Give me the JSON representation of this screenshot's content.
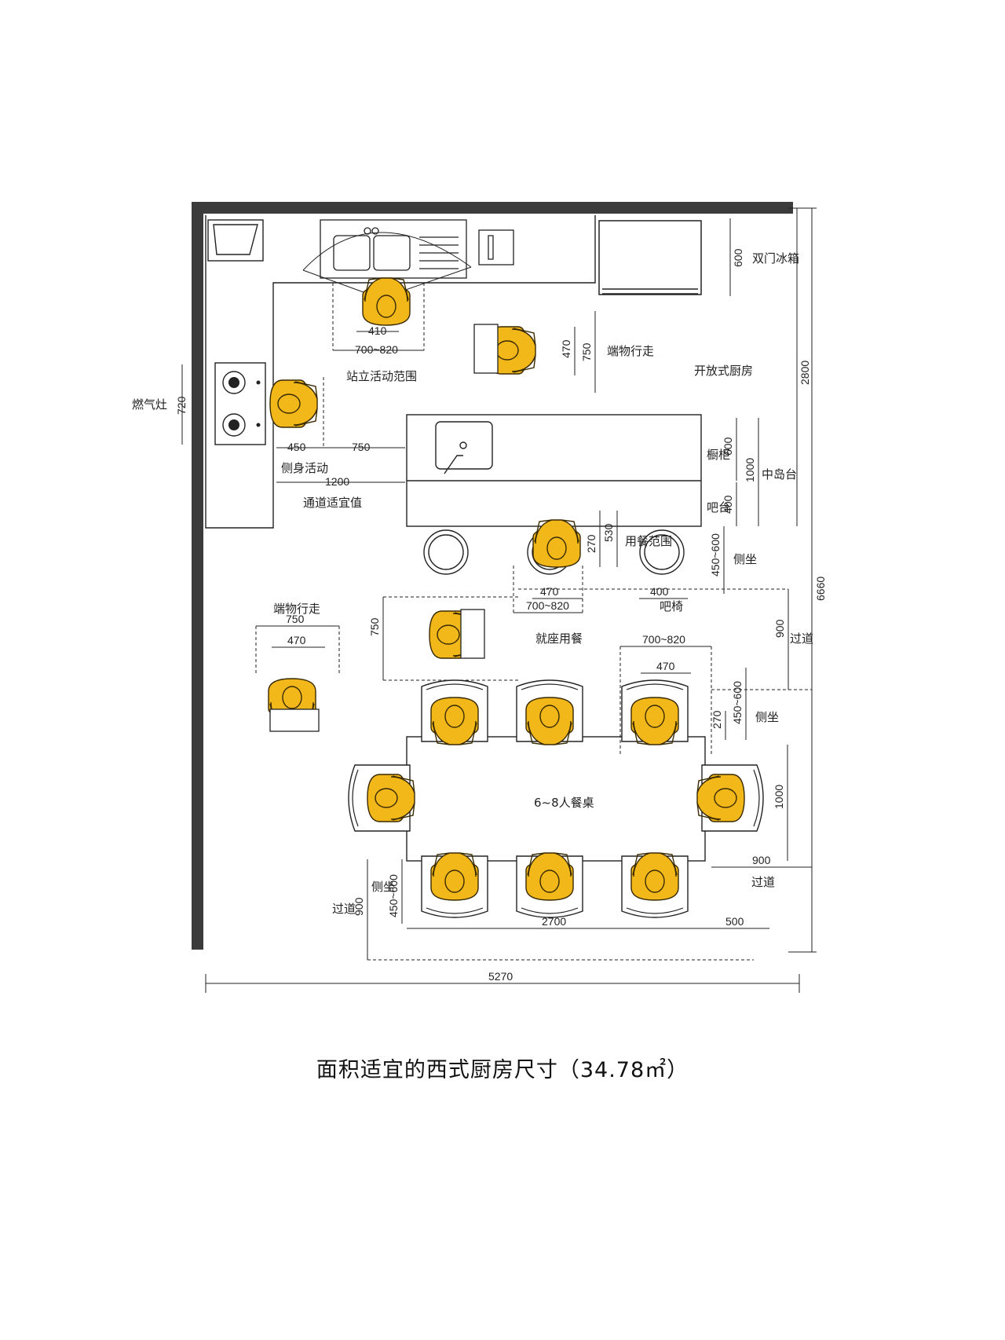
{
  "caption": "面积适宜的西式厨房尺寸（34.78㎡）",
  "colors": {
    "person_fill": "#f2b81a",
    "person_stroke": "#3a2a00",
    "wall": "#3b3b3b",
    "line": "#222222"
  },
  "labels": {
    "fridge": "双门冰箱",
    "standing_range": "站立活动范围",
    "walk_holding_top": "端物行走",
    "open_kitchen": "开放式厨房",
    "gas_stove": "燃气灶",
    "side_activity": "侧身活动",
    "aisle_width": "通道适宜值",
    "cabinet": "橱柜",
    "bar_counter": "吧台",
    "island": "中岛台",
    "dining_range": "用餐范围",
    "side_sit_top": "侧坐",
    "bar_stool": "吧椅",
    "seated_dining": "就座用餐",
    "walk_holding_left": "端物行走",
    "passage_right_top": "过道",
    "side_sit_right": "侧坐",
    "table": "6~8人餐桌",
    "passage_right_bottom": "过道",
    "side_sit_left": "侧坐",
    "passage_left": "过道"
  },
  "dims": {
    "fridge_depth": "600",
    "total_height_top": "2800",
    "total_height": "6660",
    "stove_width": "720",
    "sink_person": "410",
    "sink_range": "700~820",
    "walk_top": "470",
    "walk_top_outer": "750",
    "side_450": "450",
    "side_750": "750",
    "aisle_1200": "1200",
    "cabinet_600": "600",
    "island_1000": "1000",
    "bar_400": "400",
    "dining_530": "530",
    "dining_270": "270",
    "side_sit_top": "450~600",
    "bar_person_470": "470",
    "bar_person_range": "700~820",
    "stool_400": "400",
    "seated_750": "750",
    "walk_left_750": "750",
    "walk_left_470": "470",
    "passage_900_top": "900",
    "table_range": "700~820",
    "table_470": "470",
    "table_270": "270",
    "table_side_sit": "450~600",
    "table_1000": "1000",
    "passage_900_right": "900",
    "left_side_sit": "450~600",
    "left_passage_900": "900",
    "table_2700": "2700",
    "table_500": "500",
    "total_width": "5270"
  }
}
